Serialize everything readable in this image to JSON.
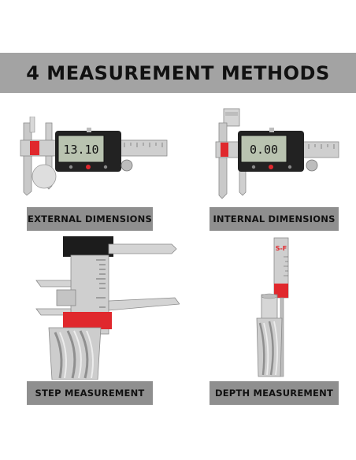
{
  "title": "4 MEASUREMENT METHODS",
  "methods": [
    {
      "label": "EXTERNAL DIMENSIONS"
    },
    {
      "label": "INTERNAL DIMENSIONS"
    },
    {
      "label": "STEP MEASUREMENT"
    },
    {
      "label": "DEPTH MEASUREMENT"
    }
  ],
  "caliper_readout_external": "13.10",
  "caliper_readout_internal": "0.00",
  "product_brand_logo": "S-F",
  "colors": {
    "banner_bg": "#a3a3a3",
    "label_bg": "#8f8f8f",
    "accent_red": "#e0282d",
    "lcd_bg": "#b9c3b0"
  }
}
